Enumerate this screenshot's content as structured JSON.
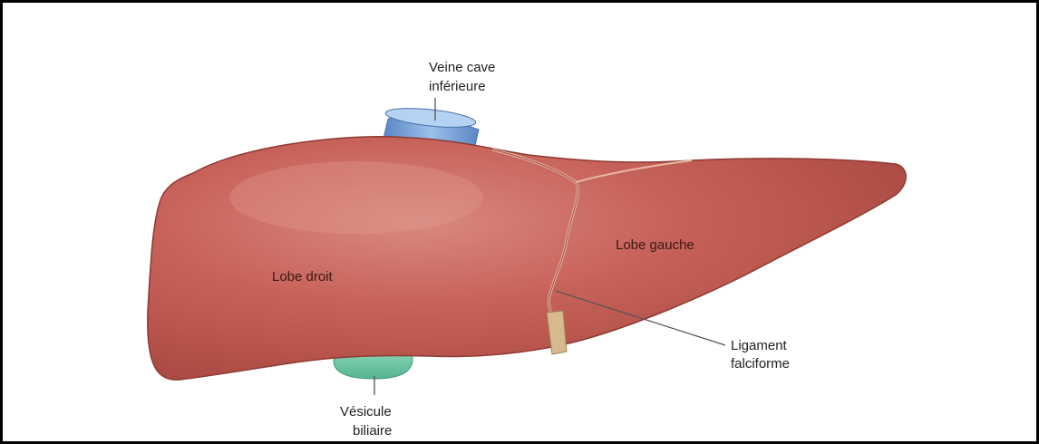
{
  "labels": {
    "vena_cava": [
      "Veine cave",
      "inférieure"
    ],
    "right_lobe": "Lobe droit",
    "left_lobe": "Lobe gauche",
    "ligament": [
      "Ligament",
      "falciforme"
    ],
    "gallbladder": [
      "Vésicule",
      "biliaire"
    ]
  },
  "colors": {
    "liver": "#c25c55",
    "liver_highlight": "#d47b72",
    "liver_shadow": "#a9463f",
    "vena_cava": "#6f9bd6",
    "gallbladder": "#6fc9a6",
    "ligament_cord": "#d6b98f",
    "leader_line": "#555555"
  }
}
